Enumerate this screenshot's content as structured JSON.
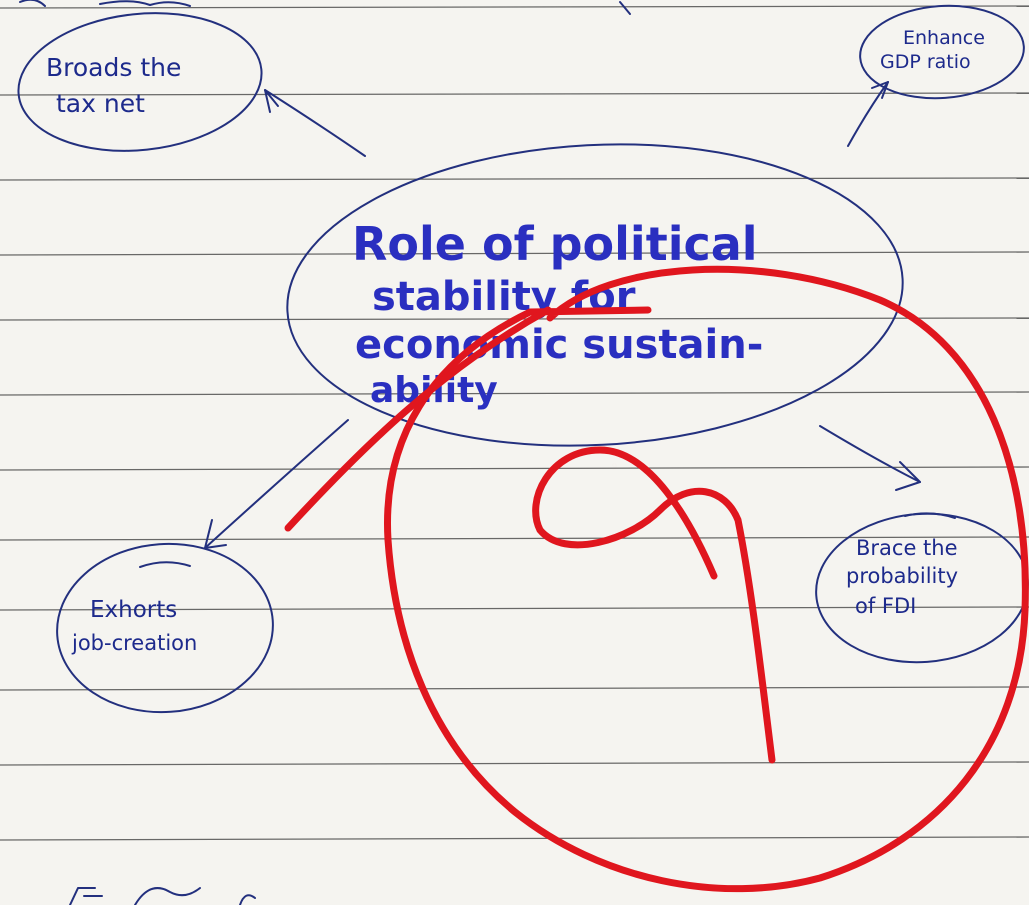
{
  "diagram": {
    "center": {
      "lines": [
        "Role of political",
        "stability for",
        "economic sustain-",
        "ability"
      ]
    },
    "nodes": {
      "top_left": {
        "lines": [
          "Broads the",
          "tax net"
        ]
      },
      "top_right": {
        "lines": [
          "Enhance",
          "GDP ratio"
        ]
      },
      "bottom_left": {
        "lines": [
          "Exhorts",
          "job-creation"
        ]
      },
      "bottom_right": {
        "lines": [
          "Brace the",
          "probability",
          "of FDI"
        ]
      }
    },
    "grade_mark": "9",
    "colors": {
      "ink": "#1d2a8c",
      "heading_ink": "#2a2fc0",
      "grading_pen": "#e0161e",
      "paper": "#f5f4f0"
    }
  }
}
